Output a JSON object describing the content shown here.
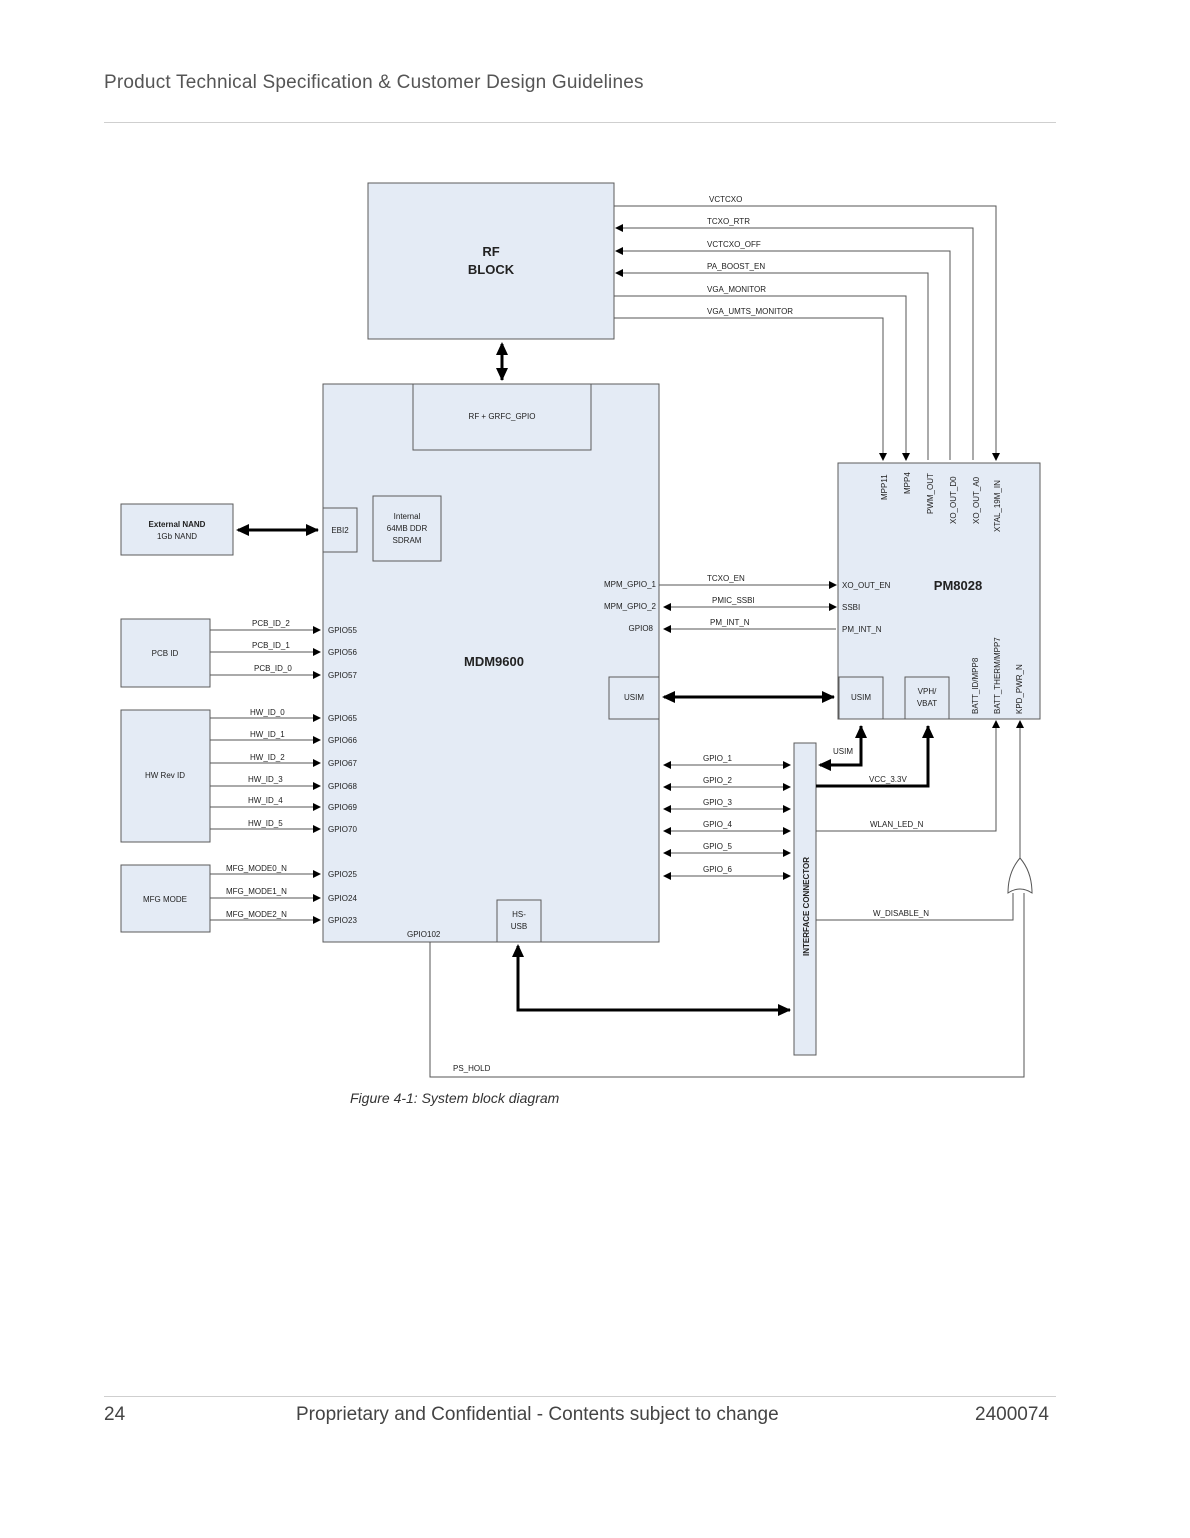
{
  "header": {
    "title": "Product Technical Specification & Customer Design Guidelines"
  },
  "footer": {
    "page_number": "24",
    "notice": "Proprietary and Confidential - Contents subject to change",
    "doc_number": "2400074"
  },
  "figure": {
    "caption": "Figure 4-1:  System block diagram"
  },
  "diagram": {
    "rf_block": {
      "line1": "RF",
      "line2": "BLOCK"
    },
    "mdm": {
      "name": "MDM9600",
      "rf_gpio": "RF + GRFC_GPIO",
      "ebi2": "EBI2",
      "internal_mem": [
        "Internal",
        "64MB DDR",
        "SDRAM"
      ],
      "usim": "USIM",
      "hsusb": [
        "HS-",
        "USB"
      ],
      "gpio102": "GPIO102"
    },
    "ext_nand": {
      "line1": "External NAND",
      "line2": "1Gb NAND"
    },
    "pcb_id": {
      "name": "PCB ID",
      "signals": [
        "PCB_ID_2",
        "PCB_ID_1",
        "PCB_ID_0"
      ],
      "pins": [
        "GPIO55",
        "GPIO56",
        "GPIO57"
      ]
    },
    "hw_rev": {
      "name": "HW Rev ID",
      "signals": [
        "HW_ID_0",
        "HW_ID_1",
        "HW_ID_2",
        "HW_ID_3",
        "HW_ID_4",
        "HW_ID_5"
      ],
      "pins": [
        "GPIO65",
        "GPIO66",
        "GPIO67",
        "GPIO68",
        "GPIO69",
        "GPIO70"
      ]
    },
    "mfg_mode": {
      "name": "MFG MODE",
      "signals": [
        "MFG_MODE0_N",
        "MFG_MODE1_N",
        "MFG_MODE2_N"
      ],
      "pins": [
        "GPIO25",
        "GPIO24",
        "GPIO23"
      ]
    },
    "mdm_right_pins": [
      "MPM_GPIO_1",
      "MPM_GPIO_2",
      "GPIO8"
    ],
    "mdm_pm_signals": [
      "TCXO_EN",
      "PMIC_SSBI",
      "PM_INT_N"
    ],
    "pm": {
      "name": "PM8028",
      "left_pins": [
        "XO_OUT_EN",
        "SSBI",
        "PM_INT_N"
      ],
      "top_pins": [
        "MPP11",
        "MPP4",
        "PWM_OUT",
        "XO_OUT_D0",
        "XO_OUT_A0",
        "XTAL_19M_IN"
      ],
      "bottom_pins": [
        "BATT_ID/MPP8",
        "BATT_THERM/MPP7",
        "KPD_PWR_N"
      ],
      "usim": "USIM",
      "vph": [
        "VPH/",
        "VBAT"
      ]
    },
    "rf_signals": [
      "VCTCXO",
      "TCXO_RTR",
      "VCTCXO_OFF",
      "PA_BOOST_EN",
      "VGA_MONITOR",
      "VGA_UMTS_MONITOR"
    ],
    "connector": {
      "name": "INTERFACE CONNECTOR",
      "gpios": [
        "GPIO_1",
        "GPIO_2",
        "GPIO_3",
        "GPIO_4",
        "GPIO_5",
        "GPIO_6"
      ],
      "usim": "USIM",
      "vcc": "VCC_3.3V",
      "wlan": "WLAN_LED_N",
      "wdisable": "W_DISABLE_N"
    },
    "ps_hold": "PS_HOLD"
  }
}
